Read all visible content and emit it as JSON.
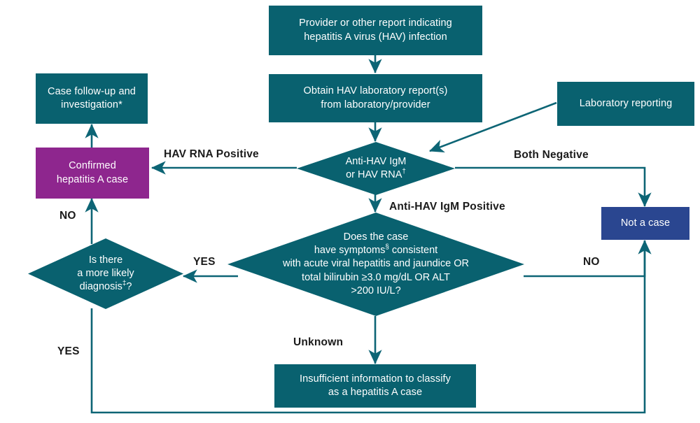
{
  "diagram": {
    "title": "Hepatitis A case classification flowchart",
    "colors": {
      "teal": "#09616f",
      "magenta": "#8e268e",
      "navy": "#2a4690",
      "edge": "#0d6575",
      "label_text": "#1b1b1b",
      "node_text": "#ffffff",
      "background": "#ffffff"
    },
    "nodes": {
      "provider_report": {
        "type": "process",
        "line1": "Provider or other report indicating",
        "line2": "hepatitis A virus (HAV) infection"
      },
      "obtain_lab_report": {
        "type": "process",
        "line1": "Obtain HAV laboratory report(s)",
        "line2": "from laboratory/provider"
      },
      "laboratory_reporting": {
        "type": "process",
        "line1": "Laboratory reporting"
      },
      "case_followup": {
        "type": "process",
        "line1": "Case follow-up and",
        "line2": "investigation*"
      },
      "confirmed_case": {
        "type": "terminal",
        "line1": "Confirmed",
        "line2": "hepatitis A case"
      },
      "not_a_case": {
        "type": "terminal",
        "line1": "Not a case"
      },
      "insufficient_info": {
        "type": "process",
        "line1": "Insufficient information to classify",
        "line2": "as a hepatitis A case"
      },
      "lab_test_decision": {
        "type": "decision",
        "line1": "Anti-HAV IgM",
        "line2_pre": "or HAV RNA",
        "line2_sup": "†"
      },
      "symptoms_decision": {
        "type": "decision",
        "line1": "Does the case",
        "line2_pre": "have symptoms",
        "line2_sup": "§",
        "line2_post": " consistent",
        "line3": "with acute viral hepatitis and jaundice OR",
        "line4": "total bilirubin ≥3.0 mg/dL OR ALT",
        "line5": ">200 IU/L?"
      },
      "more_likely_decision": {
        "type": "decision",
        "line1": "Is there",
        "line2": "a more likely",
        "line3_pre": "diagnosis",
        "line3_sup": "‡",
        "line3_post": "?"
      }
    },
    "edge_labels": {
      "hav_rna_positive": "HAV RNA Positive",
      "both_negative": "Both Negative",
      "anti_hav_igm_positive": "Anti-HAV IgM Positive",
      "yes_symptoms": "YES",
      "no_symptoms": "NO",
      "no_more_likely": "NO",
      "yes_more_likely": "YES",
      "unknown": "Unknown"
    }
  }
}
